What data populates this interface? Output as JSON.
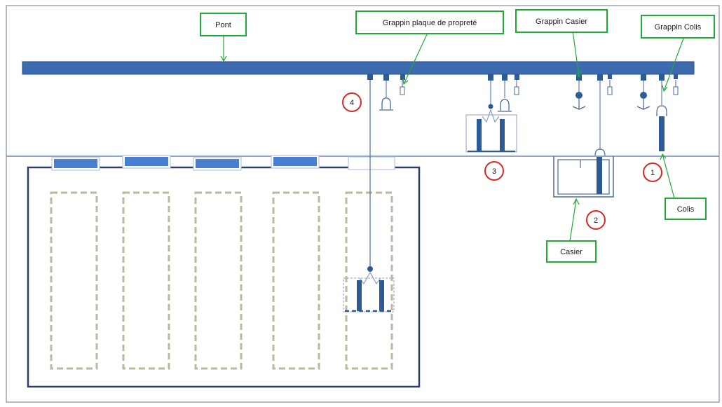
{
  "labels": {
    "pont": "Pont",
    "grappin_plaque": "Grappin plaque de propreté",
    "grappin_casier": "Grappin Casier",
    "grappin_colis": "Grappin Colis",
    "colis": "Colis",
    "casier": "Casier"
  },
  "steps": [
    "1",
    "2",
    "3",
    "4"
  ],
  "colors": {
    "bridge": "#3d6baf",
    "equipment": "#2e5a95",
    "slab_cover": "#4a7fd0",
    "label_border": "#22a838",
    "step_circle": "#d62828",
    "dashed_cell": "#bdb7a0",
    "line": "#4a6a96",
    "outline": "#2b3f6a"
  }
}
